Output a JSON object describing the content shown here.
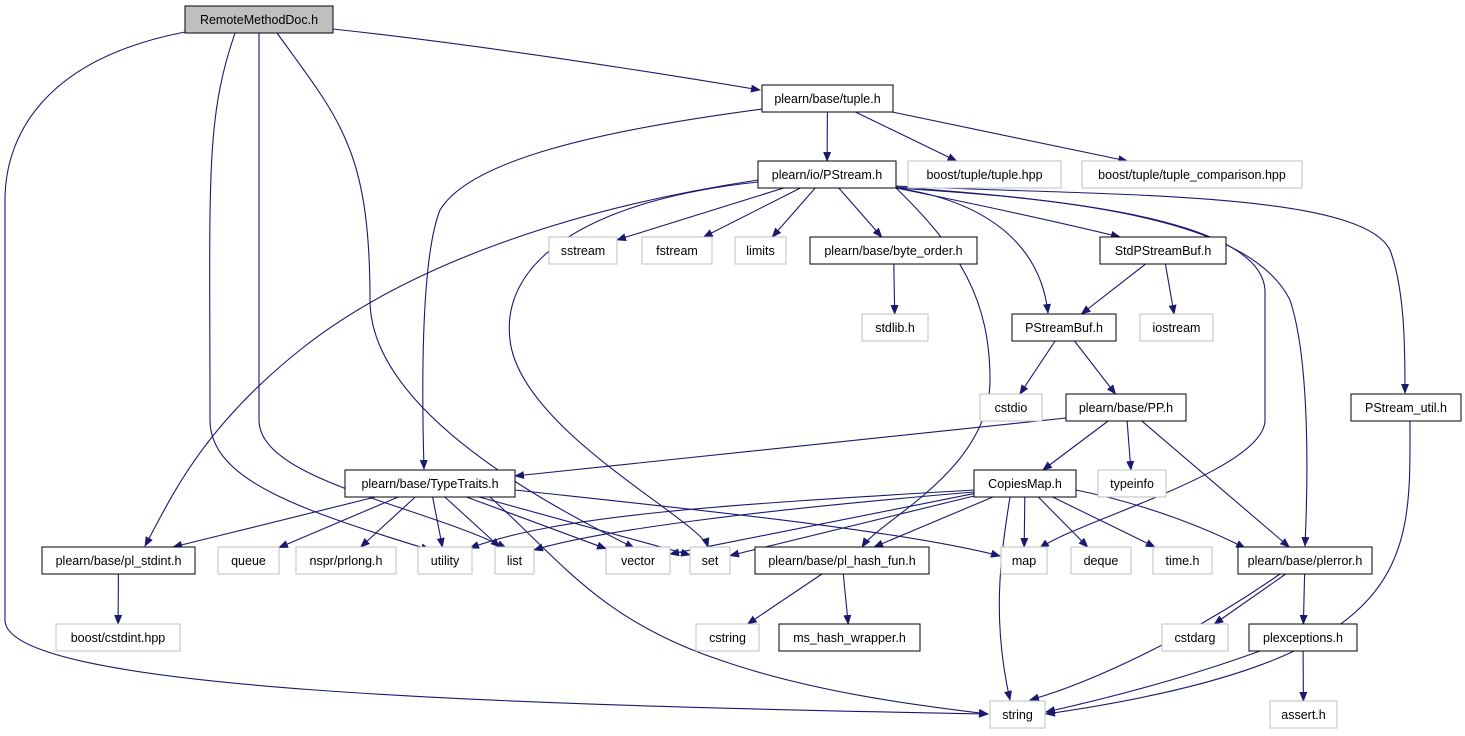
{
  "colors": {
    "edge": "#191970",
    "root_fill": "#bfbfbf",
    "local_border": "#000000",
    "system_border": "#bfbfbf",
    "background": "#ffffff"
  },
  "nodes": [
    {
      "id": "root",
      "label": "RemoteMethodDoc.h",
      "kind": "root"
    },
    {
      "id": "tuple",
      "label": "plearn/base/tuple.h",
      "kind": "local"
    },
    {
      "id": "pstream",
      "label": "plearn/io/PStream.h",
      "kind": "local"
    },
    {
      "id": "boost_tuple",
      "label": "boost/tuple/tuple.hpp",
      "kind": "system"
    },
    {
      "id": "boost_tuple_cmp",
      "label": "boost/tuple/tuple_comparison.hpp",
      "kind": "system"
    },
    {
      "id": "sstream",
      "label": "sstream",
      "kind": "system"
    },
    {
      "id": "fstream",
      "label": "fstream",
      "kind": "system"
    },
    {
      "id": "limits",
      "label": "limits",
      "kind": "system"
    },
    {
      "id": "byte_order",
      "label": "plearn/base/byte_order.h",
      "kind": "local"
    },
    {
      "id": "stdpstreambuf",
      "label": "StdPStreamBuf.h",
      "kind": "local"
    },
    {
      "id": "stdlib",
      "label": "stdlib.h",
      "kind": "system"
    },
    {
      "id": "pstreambuf",
      "label": "PStreamBuf.h",
      "kind": "local"
    },
    {
      "id": "iostream",
      "label": "iostream",
      "kind": "system"
    },
    {
      "id": "cstdio",
      "label": "cstdio",
      "kind": "system"
    },
    {
      "id": "pp",
      "label": "plearn/base/PP.h",
      "kind": "local"
    },
    {
      "id": "pstream_util",
      "label": "PStream_util.h",
      "kind": "local"
    },
    {
      "id": "typetraits",
      "label": "plearn/base/TypeTraits.h",
      "kind": "local"
    },
    {
      "id": "copiesmap",
      "label": "CopiesMap.h",
      "kind": "local"
    },
    {
      "id": "typeinfo",
      "label": "typeinfo",
      "kind": "system"
    },
    {
      "id": "pl_stdint",
      "label": "plearn/base/pl_stdint.h",
      "kind": "local"
    },
    {
      "id": "queue",
      "label": "queue",
      "kind": "system"
    },
    {
      "id": "prlong",
      "label": "nspr/prlong.h",
      "kind": "system"
    },
    {
      "id": "utility",
      "label": "utility",
      "kind": "system"
    },
    {
      "id": "list",
      "label": "list",
      "kind": "system"
    },
    {
      "id": "vector",
      "label": "vector",
      "kind": "system"
    },
    {
      "id": "set",
      "label": "set",
      "kind": "system"
    },
    {
      "id": "pl_hash_fun",
      "label": "plearn/base/pl_hash_fun.h",
      "kind": "local"
    },
    {
      "id": "map",
      "label": "map",
      "kind": "system"
    },
    {
      "id": "deque",
      "label": "deque",
      "kind": "system"
    },
    {
      "id": "time",
      "label": "time.h",
      "kind": "system"
    },
    {
      "id": "plerror",
      "label": "plearn/base/plerror.h",
      "kind": "local"
    },
    {
      "id": "boost_cstdint",
      "label": "boost/cstdint.hpp",
      "kind": "system"
    },
    {
      "id": "cstring",
      "label": "cstring",
      "kind": "system"
    },
    {
      "id": "ms_hash",
      "label": "ms_hash_wrapper.h",
      "kind": "local"
    },
    {
      "id": "cstdarg",
      "label": "cstdarg",
      "kind": "system"
    },
    {
      "id": "plexceptions",
      "label": "plexceptions.h",
      "kind": "local"
    },
    {
      "id": "string",
      "label": "string",
      "kind": "system"
    },
    {
      "id": "assert",
      "label": "assert.h",
      "kind": "system"
    }
  ],
  "edges": [
    [
      "root",
      "tuple"
    ],
    [
      "root",
      "string"
    ],
    [
      "root",
      "utility"
    ],
    [
      "root",
      "list"
    ],
    [
      "root",
      "vector"
    ],
    [
      "tuple",
      "pstream"
    ],
    [
      "tuple",
      "typetraits"
    ],
    [
      "tuple",
      "boost_tuple"
    ],
    [
      "tuple",
      "boost_tuple_cmp"
    ],
    [
      "pstream",
      "sstream"
    ],
    [
      "pstream",
      "fstream"
    ],
    [
      "pstream",
      "limits"
    ],
    [
      "pstream",
      "byte_order"
    ],
    [
      "pstream",
      "stdpstreambuf"
    ],
    [
      "pstream",
      "pstreambuf"
    ],
    [
      "pstream",
      "pstream_util"
    ],
    [
      "pstream",
      "plerror"
    ],
    [
      "pstream",
      "map"
    ],
    [
      "pstream",
      "pl_hash_fun"
    ],
    [
      "pstream",
      "set"
    ],
    [
      "pstream",
      "pl_stdint"
    ],
    [
      "byte_order",
      "stdlib"
    ],
    [
      "stdpstreambuf",
      "pstreambuf"
    ],
    [
      "stdpstreambuf",
      "iostream"
    ],
    [
      "pstreambuf",
      "cstdio"
    ],
    [
      "pstreambuf",
      "pp"
    ],
    [
      "pp",
      "typetraits"
    ],
    [
      "pp",
      "copiesmap"
    ],
    [
      "pp",
      "typeinfo"
    ],
    [
      "pp",
      "plerror"
    ],
    [
      "pstream_util",
      "string"
    ],
    [
      "typetraits",
      "pl_stdint"
    ],
    [
      "typetraits",
      "queue"
    ],
    [
      "typetraits",
      "prlong"
    ],
    [
      "typetraits",
      "utility"
    ],
    [
      "typetraits",
      "list"
    ],
    [
      "typetraits",
      "vector"
    ],
    [
      "typetraits",
      "set"
    ],
    [
      "typetraits",
      "string"
    ],
    [
      "typetraits",
      "map"
    ],
    [
      "copiesmap",
      "utility"
    ],
    [
      "copiesmap",
      "list"
    ],
    [
      "copiesmap",
      "vector"
    ],
    [
      "copiesmap",
      "set"
    ],
    [
      "copiesmap",
      "pl_hash_fun"
    ],
    [
      "copiesmap",
      "map"
    ],
    [
      "copiesmap",
      "deque"
    ],
    [
      "copiesmap",
      "time"
    ],
    [
      "copiesmap",
      "plerror"
    ],
    [
      "copiesmap",
      "string"
    ],
    [
      "pl_stdint",
      "boost_cstdint"
    ],
    [
      "pl_hash_fun",
      "cstring"
    ],
    [
      "pl_hash_fun",
      "ms_hash"
    ],
    [
      "plerror",
      "cstdarg"
    ],
    [
      "plerror",
      "plexceptions"
    ],
    [
      "plerror",
      "string"
    ],
    [
      "plexceptions",
      "string"
    ],
    [
      "plexceptions",
      "assert"
    ]
  ]
}
